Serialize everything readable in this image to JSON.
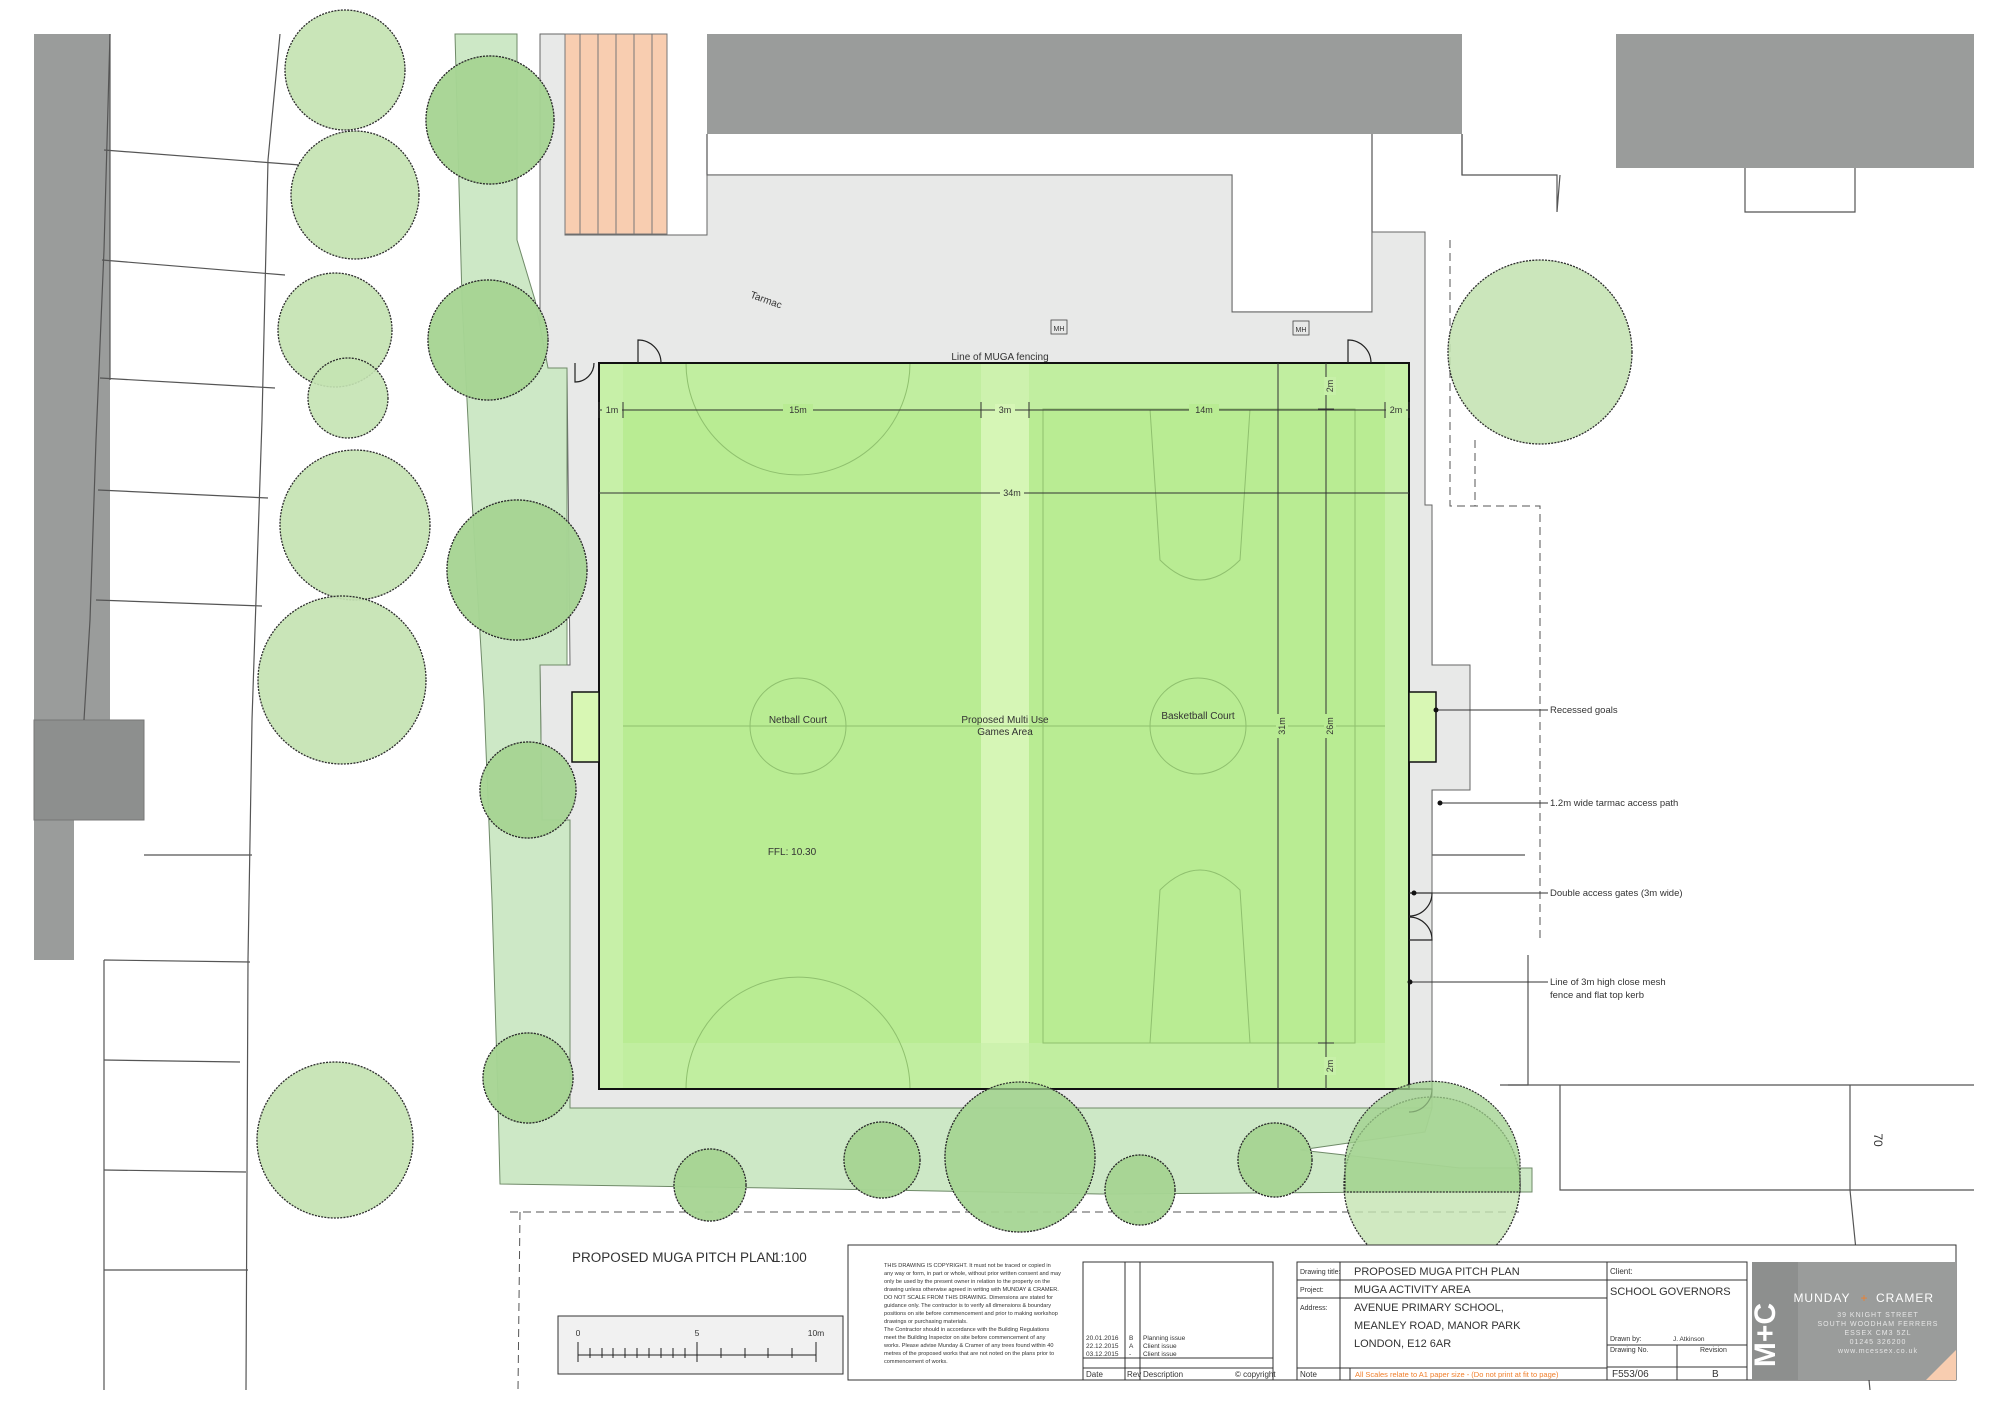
{
  "labels": {
    "tarmac": "Tarmac",
    "mh1": "MH",
    "mh2": "MH",
    "fence_line": "Line of MUGA fencing",
    "netball": "Netball Court",
    "muga_center": [
      "Proposed Multi Use",
      "Games Area"
    ],
    "basketball": "Basketball Court",
    "ffl": "FFL: 10.30",
    "plot_number": "70"
  },
  "dimensions": {
    "d1": "1m",
    "d15": "15m",
    "d3": "3m",
    "d14": "14m",
    "d2a": "2m",
    "d34": "34m",
    "d31": "31m",
    "d26": "26m",
    "d2top": "2m",
    "d2bot": "2m"
  },
  "annotations": {
    "goals": "Recessed goals",
    "path": "1.2m wide tarmac access path",
    "gates": "Double access gates (3m wide)",
    "fence_1": "Line of 3m high close mesh",
    "fence_2": "fence and flat top kerb"
  },
  "plan_title": "PROPOSED MUGA PITCH PLAN",
  "plan_scale": "1:100",
  "scale_bar": {
    "t0": "0",
    "t5": "5",
    "t10": "10m"
  },
  "copyright_notes": [
    "THIS DRAWING IS COPYRIGHT. It must not be traced or copied in",
    "any way or form, in part or whole, without prior written consent and may",
    "only be used by the present owner in relation to the property on the",
    "drawing unless otherwise agreed in writing with MUNDAY & CRAMER.",
    "DO NOT SCALE FROM THIS DRAWING. Dimensions are stated for",
    "guidance only. The contractor is to verify all dimensions & boundary",
    "positions on site before commencement and prior to making workshop",
    "drawings or purchasing materials.",
    "The Contractor should in accordance with the Building Regulations",
    "meet the Building Inspector on site before commencement of any",
    "works. Please advise Munday & Cramer of any trees found within 40",
    "metres of the proposed works that are not noted on the plans prior to",
    "commencement of works."
  ],
  "revisions": [
    {
      "date": "20.01.2016",
      "rev": "B",
      "desc": "Planning issue"
    },
    {
      "date": "22.12.2015",
      "rev": "A",
      "desc": "Client issue"
    },
    {
      "date": "03.12.2015",
      "rev": "-",
      "desc": "Client issue"
    }
  ],
  "rev_headers": {
    "date": "Date",
    "rev": "Rev",
    "desc": "Description",
    "copyright": "© copyright",
    "note": "Note"
  },
  "title_block": {
    "drawing_title_label": "Drawing title:",
    "drawing_title": "PROPOSED MUGA PITCH PLAN",
    "project_label": "Project:",
    "project": "MUGA ACTIVITY AREA",
    "address_label": "Address:",
    "address_1": "AVENUE PRIMARY SCHOOL,",
    "address_2": "MEANLEY ROAD, MANOR PARK",
    "address_3": "LONDON, E12 6AR",
    "client_label": "Client:",
    "client": "SCHOOL GOVERNORS",
    "drawn_by_label": "Drawn by:",
    "drawn_by": "J. Atkinson",
    "drawing_no_label": "Drawing No.",
    "drawing_no": "F553/06",
    "revision_label": "Revision",
    "revision": "B",
    "scale_note": "All Scales relate to A1 paper size - (Do not print at fit to page)"
  },
  "company": {
    "name_1": "MUNDAY",
    "plus": "+",
    "name_2": "CRAMER",
    "address_1": "39 KNIGHT STREET",
    "address_2": "SOUTH WOODHAM FERRERS",
    "address_3": "ESSEX CM3 5ZL",
    "phone": "01245 326200",
    "web": "www.mcessex.co.uk"
  },
  "colors": {
    "building": "#9a9c9b",
    "pitch": "#b9ec93",
    "pitch_dark": "#a6de7d",
    "pitch_light": "#d8f7b4",
    "hardstanding": "#e8e9e8",
    "planting": "#cde8c6",
    "tree": "#c4e3b2",
    "tree_dark": "#9dd08b",
    "bench": "#f8cdb0",
    "brand_orange": "#f07f2b",
    "brand_grey": "#9a9c9b"
  }
}
